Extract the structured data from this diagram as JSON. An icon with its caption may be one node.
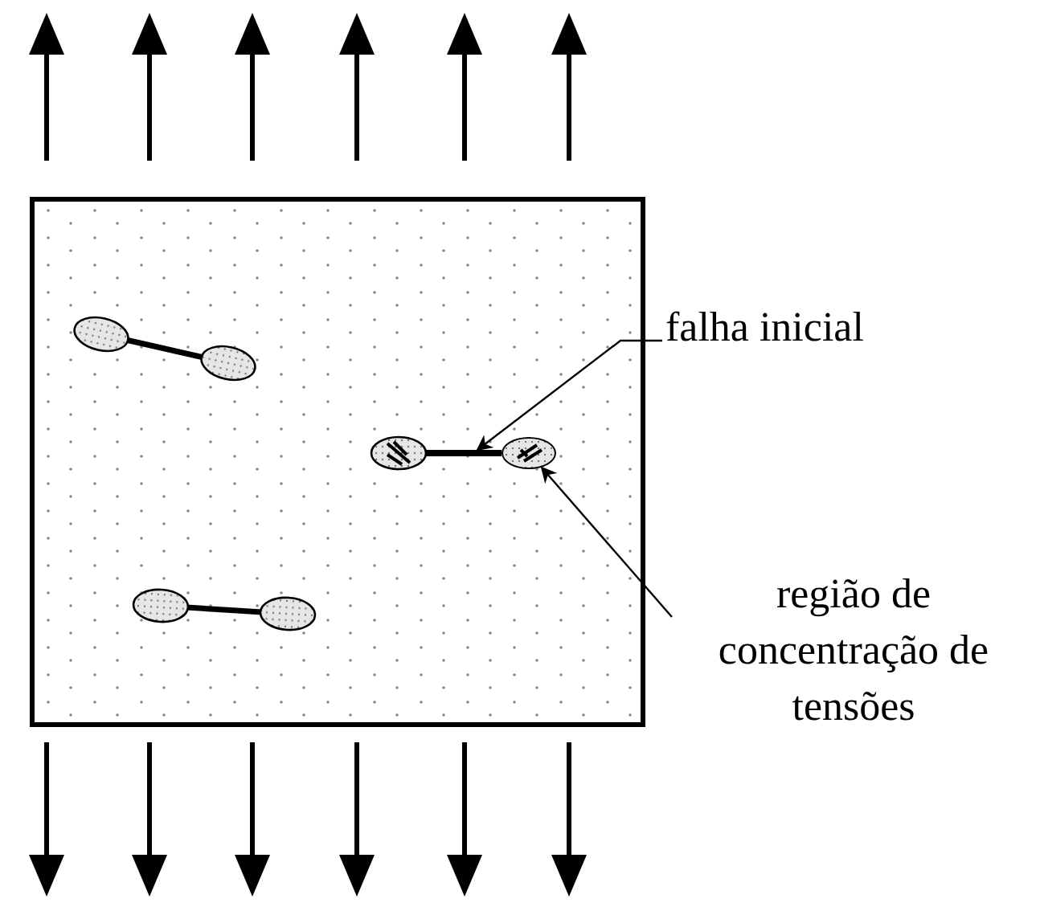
{
  "diagram": {
    "nodes": [
      {
        "text": [
          "falha inicial"
        ]
      },
      {
        "text": [],
        "shape": "bar"
      },
      {
        "text": [
          "região de concentração de tensões"
        ]
      },
      {
        "text": [],
        "shape": "ellipse"
      }
    ],
    "edges": [
      {
        "from": 0,
        "to": 1,
        "arrow": "to"
      },
      {
        "from": 2,
        "to": 3,
        "arrow": "to"
      }
    ]
  }
}
